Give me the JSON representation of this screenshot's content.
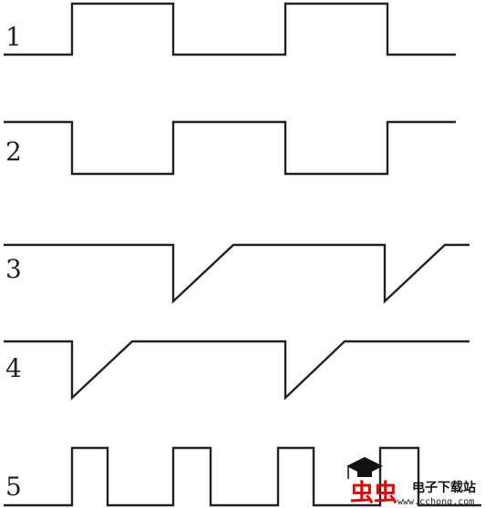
{
  "waveforms": [
    {
      "label": "1",
      "name": "square wave (non-inverted)"
    },
    {
      "label": "2",
      "name": "square wave (inverted)"
    },
    {
      "label": "3",
      "name": "sawtooth falling then ramp"
    },
    {
      "label": "4",
      "name": "sawtooth shifted"
    },
    {
      "label": "5",
      "name": "pulse train"
    }
  ],
  "watermark": {
    "logo_text": "虫虫",
    "cn_text": "电子下载站",
    "url": "www.cchong.com",
    "colors": {
      "logo": "#e00000",
      "text": "#111111"
    }
  },
  "colors": {
    "trace": "#222222",
    "background": "#ffffff"
  }
}
